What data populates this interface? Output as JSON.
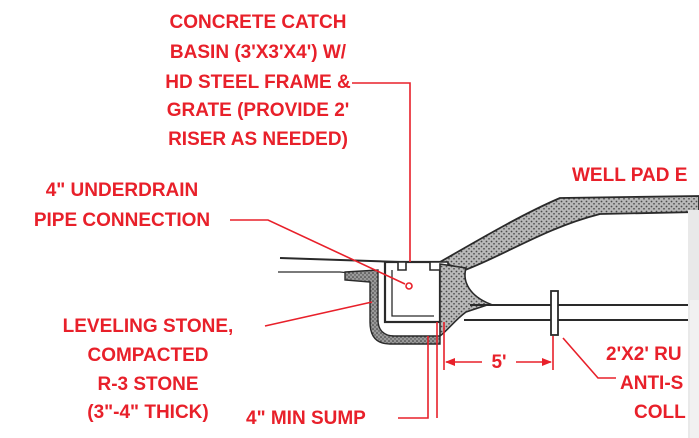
{
  "diagram": {
    "catch_basin_label": [
      "CONCRETE CATCH",
      "BASIN (3'X3'X4') W/",
      "HD STEEL FRAME &",
      "GRATE (PROVIDE 2'",
      "RISER AS NEEDED)"
    ],
    "well_pad_label": "WELL PAD E",
    "underdrain_label": [
      "4\" UNDERDRAIN",
      "PIPE CONNECTION"
    ],
    "leveling_stone_label": [
      "LEVELING STONE,",
      "COMPACTED",
      "R-3 STONE",
      "(3\"-4\" THICK)"
    ],
    "sump_label": "4\" MIN SUMP",
    "dimension_label": "5'",
    "collar_label": [
      "2'X2' RU",
      "ANTI-S",
      "COLL"
    ],
    "colors": {
      "annotation": "#e8202a",
      "linework": "#2a2a2a",
      "hatch": "#8a8a8a",
      "background": "#ffffff"
    }
  }
}
